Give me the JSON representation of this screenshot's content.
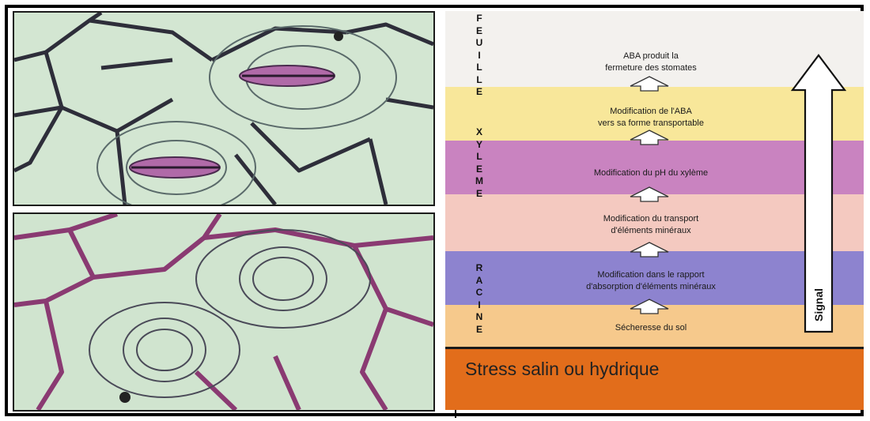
{
  "diagram": {
    "zones": [
      {
        "name": "feuille",
        "letters": [
          "F",
          "E",
          "U",
          "I",
          "L",
          "L",
          "E"
        ]
      },
      {
        "name": "xyleme",
        "letters": [
          "X",
          "Y",
          "L",
          "E",
          "M",
          "E"
        ]
      },
      {
        "name": "racine",
        "letters": [
          "R",
          "A",
          "C",
          "I",
          "N",
          "E"
        ]
      }
    ],
    "steps": [
      {
        "lines": [
          "ABA produit la",
          "fermeture des stomates"
        ]
      },
      {
        "lines": [
          "Modification de l'ABA",
          "vers sa forme transportable"
        ]
      },
      {
        "lines": [
          "Modification du pH du xylème"
        ]
      },
      {
        "lines": [
          "Modification du transport",
          "d'éléments minéraux"
        ]
      },
      {
        "lines": [
          "Modification dans le rapport",
          "d'absorption d'éléments minéraux"
        ]
      },
      {
        "lines": [
          "Sécheresse du sol"
        ]
      }
    ],
    "signal_label": "Signal",
    "bottom_label": "Stress salin ou hydrique",
    "colors": {
      "band_top": "#f3f1ee",
      "band_yellow": "#f8e79a",
      "band_purple": "#c983c0",
      "band_pink": "#f4c9c0",
      "band_blue": "#8d83cf",
      "band_orange": "#f6c98c",
      "bottom_bar": "#e26d1b"
    }
  }
}
